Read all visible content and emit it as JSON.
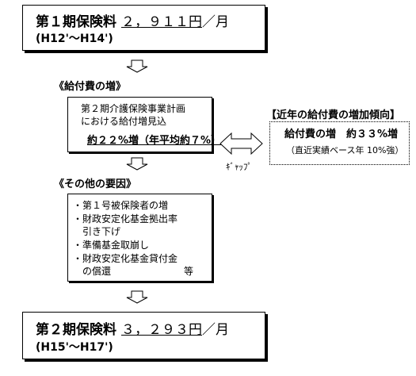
{
  "top_box": {
    "label": "第１期保険料",
    "amount": "２，９１１円",
    "unit": "／月",
    "period": "(H12'～H14')"
  },
  "benefit_header": "《給付費の増》",
  "benefit_box": {
    "line1": "第２期介護保険事業計画",
    "line2": "における給付増見込",
    "highlight": "約２２%増（年平均約７%）"
  },
  "gap_label": "ｷﾞｬｯﾌﾟ",
  "trend_header": "【近年の給付費の増加傾向】",
  "trend_box": {
    "line1": "給付費の増　約３３%増",
    "line2": "（直近実績ベース年 10%強）"
  },
  "other_header": "《その他の要因》",
  "other_box": {
    "item1": "・第１号被保険者の増",
    "item2": "・財政安定化基金拠出率",
    "item2b": "引き下げ",
    "item3": "・準備基金取崩し",
    "item4": "・財政安定化基金貸付金",
    "item4b": "の償還",
    "etc": "等"
  },
  "bottom_box": {
    "label": "第２期保険料",
    "amount": "３，２９３円",
    "unit": "／月",
    "period": "(H15'～H17')"
  }
}
